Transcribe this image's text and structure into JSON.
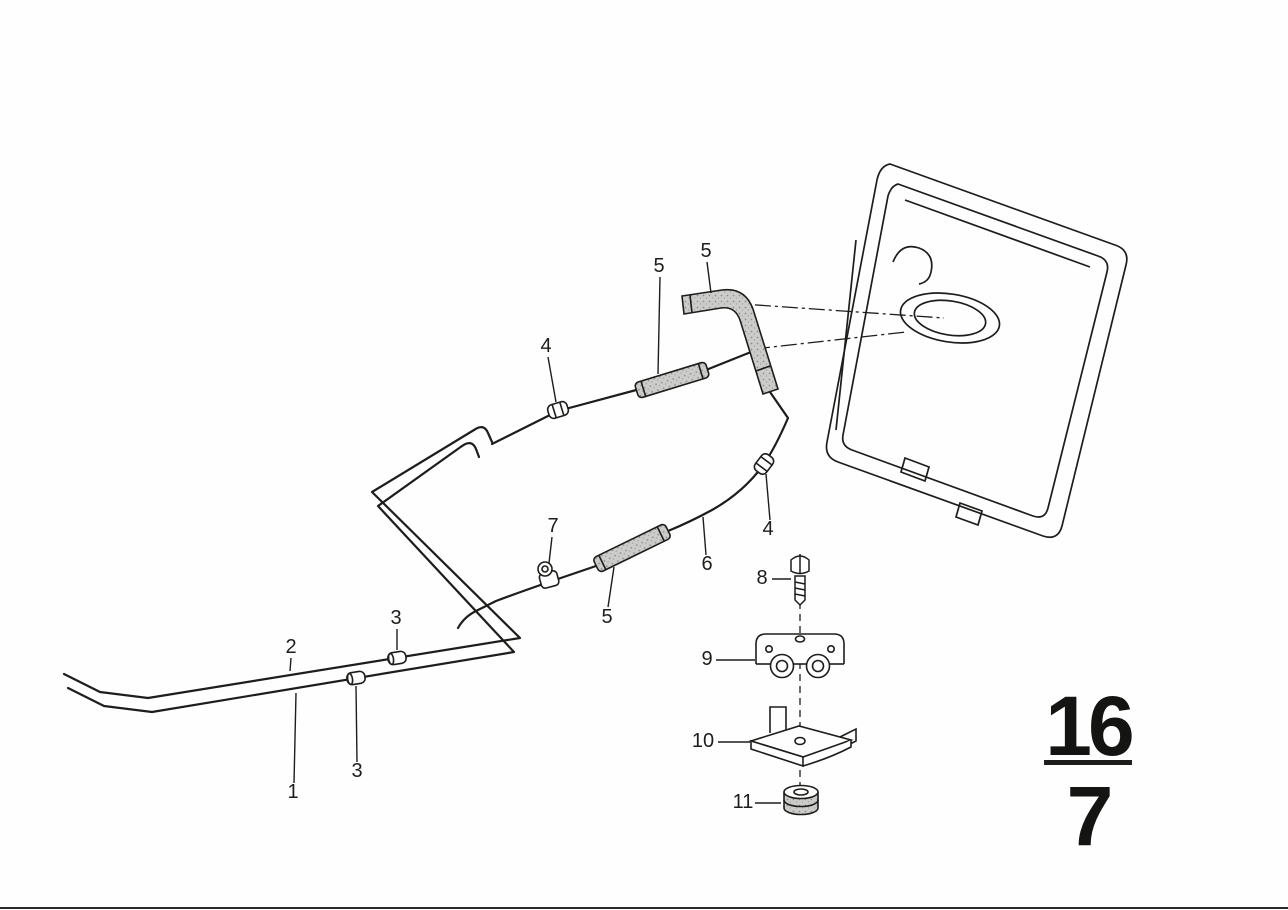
{
  "colors": {
    "ink": "#1d1d1b",
    "paper": "#fefefe",
    "hose_fill": "#c9c9c7"
  },
  "callouts": [
    {
      "label": "1"
    },
    {
      "label": "2"
    },
    {
      "label": "3"
    },
    {
      "label": "3"
    },
    {
      "label": "4"
    },
    {
      "label": "4"
    },
    {
      "label": "5"
    },
    {
      "label": "5"
    },
    {
      "label": "5"
    },
    {
      "label": "6"
    },
    {
      "label": "7"
    },
    {
      "label": "8"
    },
    {
      "label": "9"
    },
    {
      "label": "10"
    },
    {
      "label": "11"
    }
  ],
  "section_badge": {
    "numerator": "16",
    "denominator": "7"
  }
}
